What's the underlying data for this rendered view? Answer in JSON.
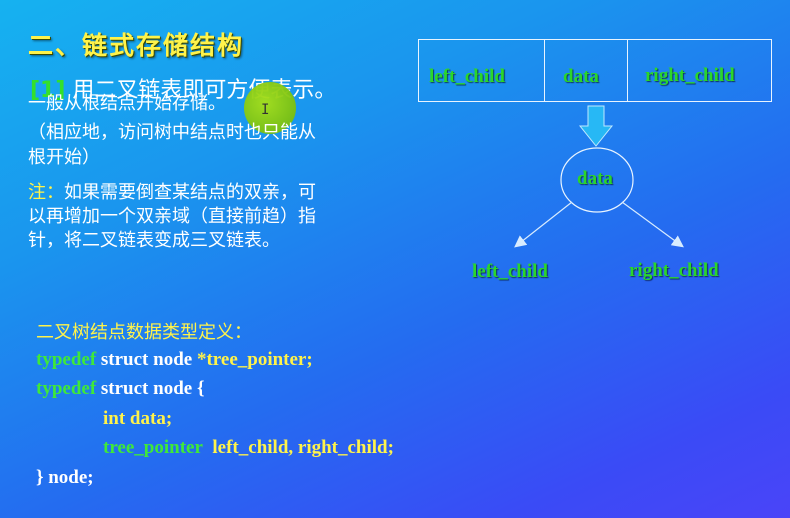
{
  "heading": "二、链式存储结构",
  "intro": {
    "badge": "[1]",
    "text": "用二叉链表即可方便表示。"
  },
  "para": [
    "一般从根结点开始存储。",
    "（相应地，访问树中结点时也只能从",
    "根开始）"
  ],
  "note": {
    "label": "注：",
    "lines": [
      "如果需要倒查某结点的双亲，可",
      "以再增加一个双亲域（直接前趋）指",
      "针，将二叉链表变成三叉链表。"
    ]
  },
  "code": {
    "title": "二叉树结点数据类型定义：",
    "kw_typedef": "typedef",
    "line1_rest": " struct node ",
    "line1_ptr": "*tree_pointer;",
    "line2_rest": " struct node {",
    "line3": "int data;",
    "line4_type": "tree_pointer",
    "line4_fields": "left_child, right_child;",
    "line5": "} node;"
  },
  "node_box": {
    "fields": [
      "left_child",
      "data",
      "right_child"
    ]
  },
  "tree": {
    "root": "data",
    "left": "left_child",
    "right": "right_child"
  },
  "colors": {
    "accent_yellow": "#fff34a",
    "accent_green": "#2bd62a",
    "arrow": "#27b8f5"
  }
}
